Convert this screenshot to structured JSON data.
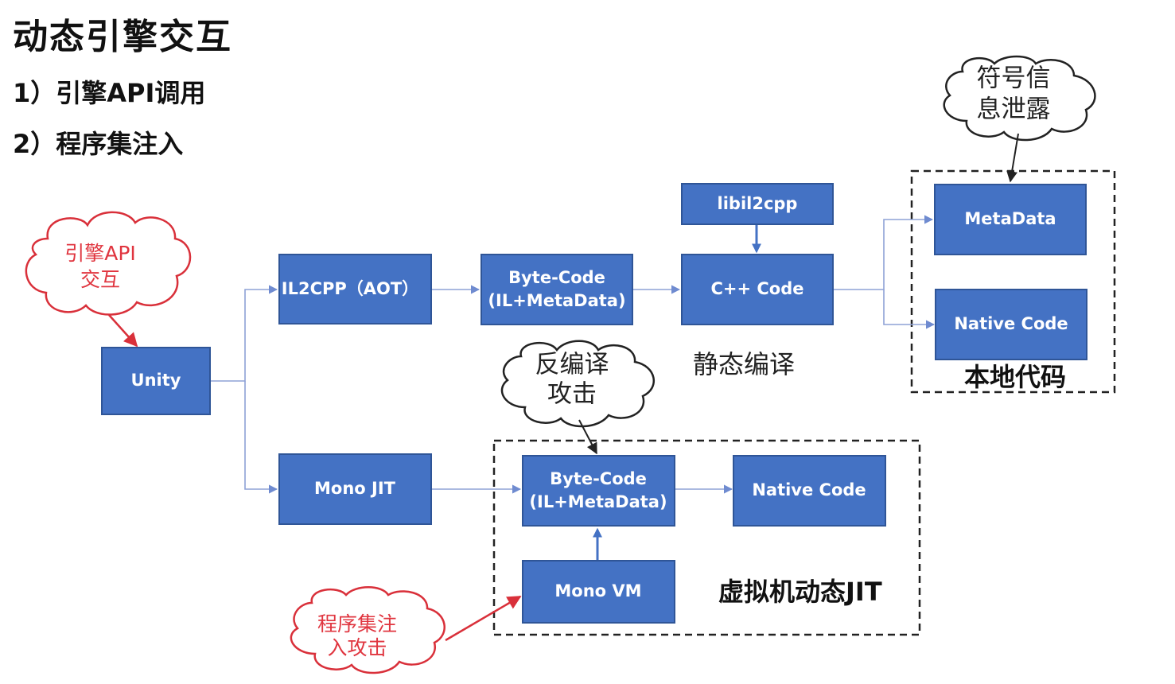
{
  "title": "动态引擎交互",
  "bullets": [
    "1）引擎API调用",
    "2）程序集注入"
  ],
  "boxes": {
    "unity": "Unity",
    "il2cpp": "IL2CPP（AOT）",
    "bytecode_top": [
      "Byte-Code",
      "(IL+MetaData)"
    ],
    "cpp_code": "C++ Code",
    "libil2cpp": "libil2cpp",
    "metadata": "MetaData",
    "native_code_top": "Native Code",
    "mono_jit": "Mono JIT",
    "bytecode_bottom": [
      "Byte-Code",
      "(IL+MetaData)"
    ],
    "native_code_bottom": "Native Code",
    "mono_vm": "Mono VM"
  },
  "labels": {
    "static_compile": "静态编译",
    "native_group": "本地代码",
    "vm_group": "虚拟机动态JIT"
  },
  "clouds": {
    "engine_api": [
      "引擎API",
      "交互"
    ],
    "decompile": [
      "反编译",
      "攻击"
    ],
    "symbol_leak": [
      "符号信",
      "息泄露"
    ],
    "assembly_inject": [
      "程序集注",
      "入攻击"
    ]
  },
  "colors": {
    "box_fill": "#4472c4",
    "box_border": "#2f5597",
    "cloud_red": "#d9303a",
    "connector": "#8ea2d6"
  }
}
